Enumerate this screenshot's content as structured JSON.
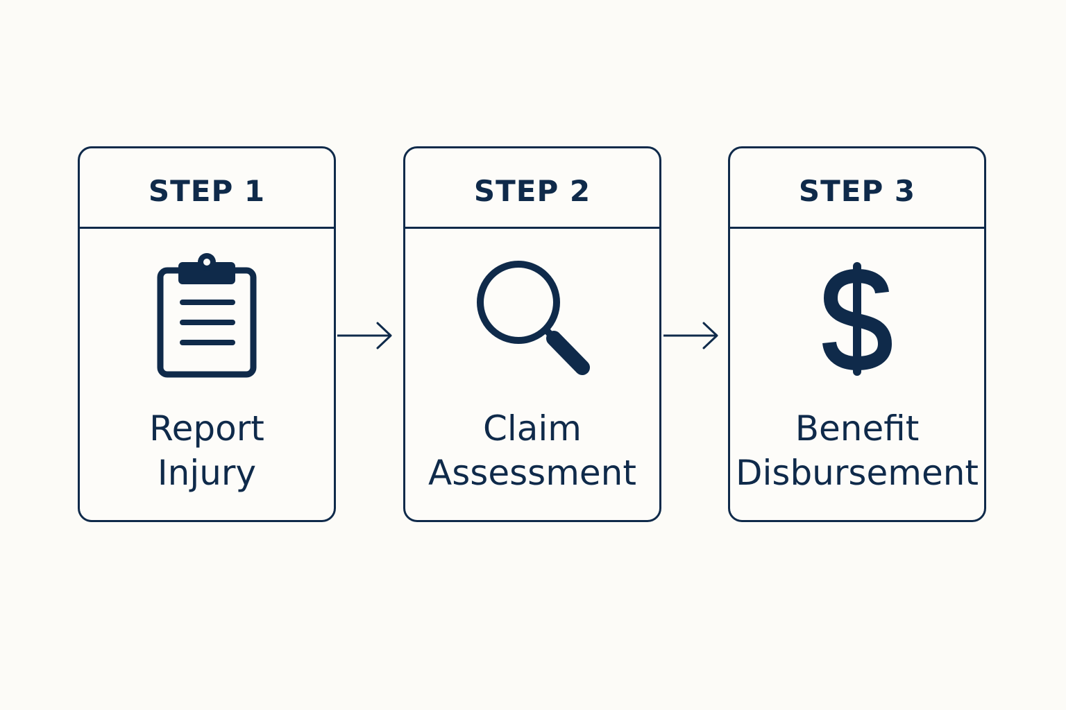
{
  "steps": [
    {
      "label": "STEP 1",
      "title_line1": "Report",
      "title_line2": "Injury",
      "icon": "clipboard-icon"
    },
    {
      "label": "STEP 2",
      "title_line1": "Claim",
      "title_line2": "Assessment",
      "icon": "magnifying-glass-icon"
    },
    {
      "label": "STEP 3",
      "title_line1": "Benefit",
      "title_line2": "Disbursement",
      "icon": "dollar-sign-icon"
    }
  ],
  "connectors": [
    {
      "icon": "arrow-right-icon"
    },
    {
      "icon": "arrow-right-icon"
    }
  ],
  "colors": {
    "primary": "#0f2a4a",
    "background": "#fcfbf7"
  }
}
